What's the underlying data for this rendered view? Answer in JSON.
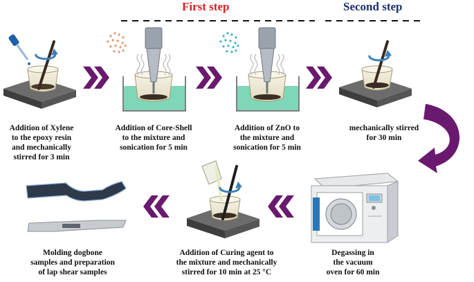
{
  "headers": {
    "first_step": "First step",
    "second_step": "Second step",
    "first_color": "#d92121",
    "second_color": "#1c2f6e"
  },
  "colors": {
    "chevron": "#6a1a6e",
    "water": "#7fd6b8",
    "plate_top": "#6c6c6c",
    "plate_side": "#3e3e3e",
    "dogbone": "#2e3a4a",
    "dogbone_edge": "#8fb0d8",
    "coreshell_dots": "#e8956a",
    "zno_dots": "#38b2cc"
  },
  "steps": {
    "s1": "Addition of Xylene|to the epoxy resin|and mechanically|stirred for 3 min",
    "s2": "Addition of Core-Shell|to the mixture and|sonication for 5 min",
    "s3": "Addition of ZnO to|the mixture and|sonication for 5 min",
    "s4": "mechanically stirred|for 30 min",
    "s5": "Degassing in|the vacuum|oven for 60 min",
    "s6": "Addition of Curing agent to|the mixture and mechanically|stirred for 10 min at 25 °C",
    "s7": "Molding dogbone|samples and preparation|of lap shear samples"
  }
}
